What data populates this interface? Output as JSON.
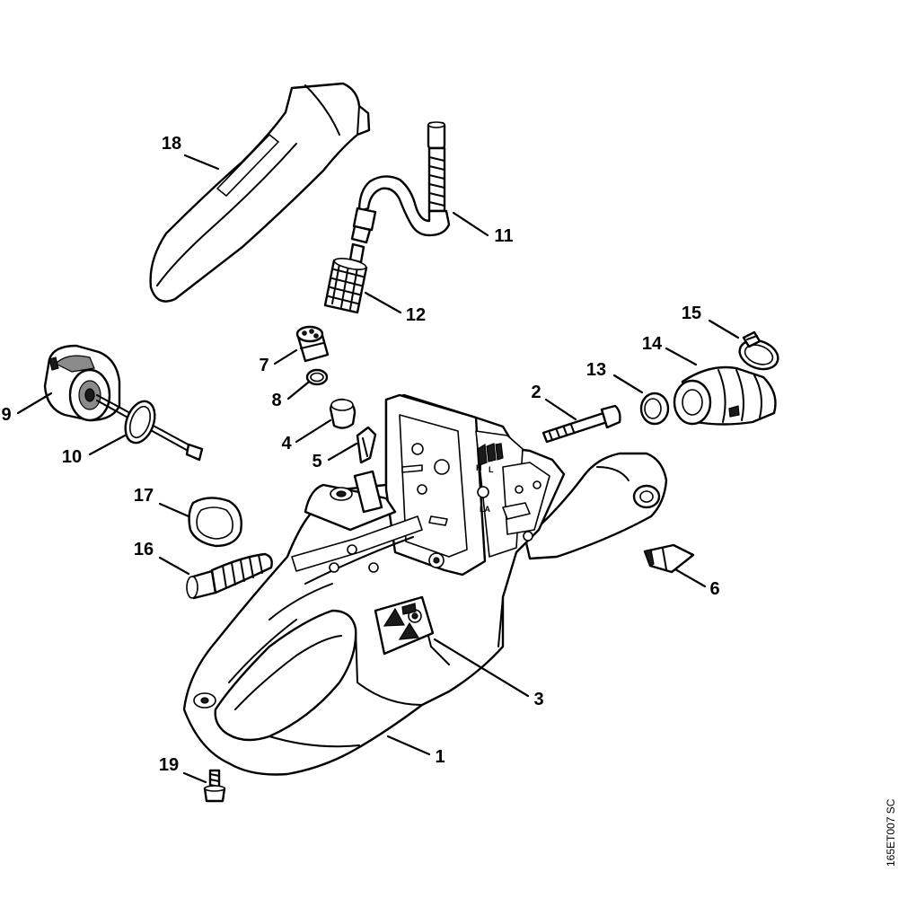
{
  "diagram": {
    "reference_code": "165ET007 SC",
    "housing_marks": {
      "h": "H",
      "l": "L",
      "la": "LA"
    },
    "callouts": [
      {
        "id": "1",
        "label": "1",
        "part": "housing"
      },
      {
        "id": "2",
        "label": "2",
        "part": "screw"
      },
      {
        "id": "3",
        "label": "3",
        "part": "warning-label"
      },
      {
        "id": "4",
        "label": "4",
        "part": "plug"
      },
      {
        "id": "5",
        "label": "5",
        "part": "clip"
      },
      {
        "id": "6",
        "label": "6",
        "part": "bushing"
      },
      {
        "id": "7",
        "label": "7",
        "part": "valve"
      },
      {
        "id": "8",
        "label": "8",
        "part": "o-ring"
      },
      {
        "id": "9",
        "label": "9",
        "part": "oil-pump"
      },
      {
        "id": "10",
        "label": "10",
        "part": "o-ring"
      },
      {
        "id": "11",
        "label": "11",
        "part": "fuel-hose"
      },
      {
        "id": "12",
        "label": "12",
        "part": "fuel-filter"
      },
      {
        "id": "13",
        "label": "13",
        "part": "ring"
      },
      {
        "id": "14",
        "label": "14",
        "part": "intake-manifold"
      },
      {
        "id": "15",
        "label": "15",
        "part": "hose-clamp"
      },
      {
        "id": "16",
        "label": "16",
        "part": "oil-suction-hose"
      },
      {
        "id": "17",
        "label": "17",
        "part": "gasket"
      },
      {
        "id": "18",
        "label": "18",
        "part": "handle-cover"
      },
      {
        "id": "19",
        "label": "19",
        "part": "screw"
      }
    ]
  }
}
